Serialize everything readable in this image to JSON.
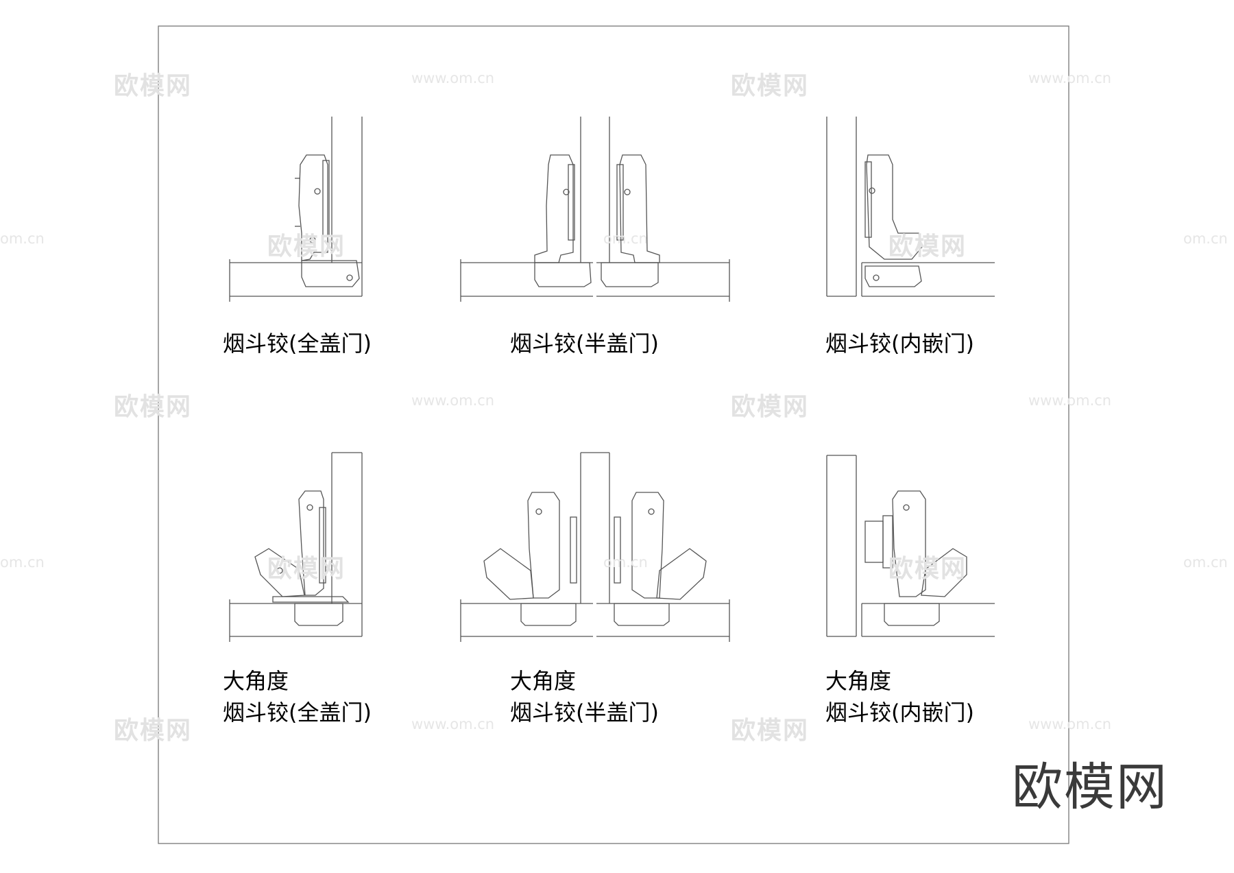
{
  "labels": {
    "top_full": "烟斗铰(全盖门)",
    "top_half": "烟斗铰(半盖门)",
    "top_inset": "烟斗铰(内嵌门)",
    "bottom_full": "大角度\n烟斗铰(全盖门)",
    "bottom_half": "大角度\n烟斗铰(半盖门)",
    "bottom_inset": "大角度\n烟斗铰(内嵌门)"
  },
  "watermark": {
    "cn": "欧模网",
    "url": "www.om.cn",
    "url_short": "om.cn"
  },
  "logo": "欧模网",
  "colors": {
    "line": "#555555",
    "frame": "#777777",
    "watermark": "#e4e4e4",
    "logo": "#3a3a3a"
  }
}
